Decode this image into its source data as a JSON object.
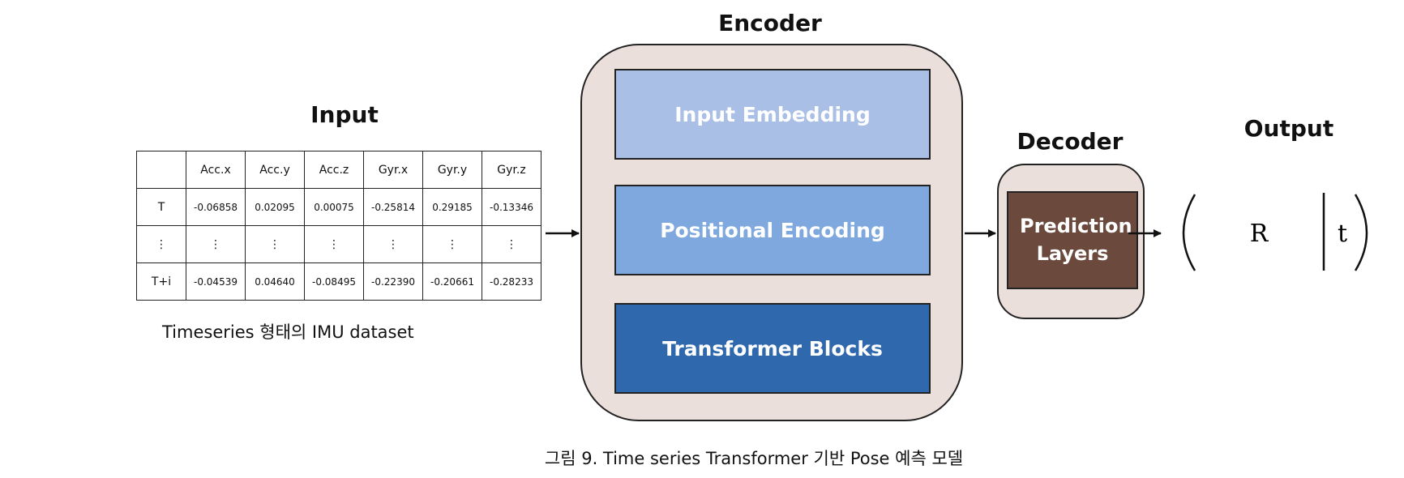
{
  "input": {
    "heading": "Input",
    "table": {
      "columns": [
        "",
        "Acc.x",
        "Acc.y",
        "Acc.z",
        "Gyr.x",
        "Gyr.y",
        "Gyr.z"
      ],
      "rows": [
        [
          "T",
          "-0.06858",
          "0.02095",
          "0.00075",
          "-0.25814",
          "0.29185",
          "-0.13346"
        ],
        [
          "⋮",
          "⋮",
          "⋮",
          "⋮",
          "⋮",
          "⋮",
          "⋮"
        ],
        [
          "T+i",
          "-0.04539",
          "0.04640",
          "-0.08495",
          "-0.22390",
          "-0.20661",
          "-0.28233"
        ]
      ]
    },
    "caption": "Timeseries 형태의 IMU dataset"
  },
  "encoder": {
    "heading": "Encoder",
    "layers": [
      "Input Embedding",
      "Positional Encoding",
      "Transformer Blocks"
    ]
  },
  "decoder": {
    "heading": "Decoder",
    "layer": "Prediction Layers"
  },
  "output": {
    "heading": "Output",
    "rotation": "R",
    "translation": "t"
  },
  "figure_caption": "그림 9. Time series Transformer 기반 Pose 예측 모델"
}
